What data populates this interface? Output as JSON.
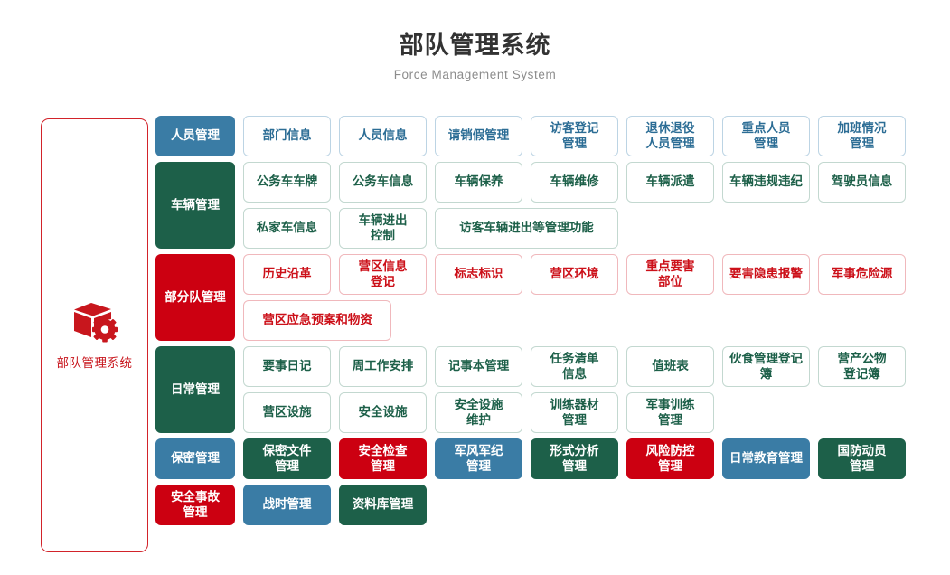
{
  "header": {
    "title": "部队管理系统",
    "subtitle": "Force Management System"
  },
  "sidebar": {
    "icon": "cube-gear-icon",
    "label": "部队管理系统",
    "color": "#c8161d"
  },
  "colors": {
    "blue": "#3a7ca5",
    "green": "#1d6049",
    "red": "#cc0011",
    "outline_blue_border": "#bcd4e4",
    "outline_green_border": "#c3d8d0",
    "outline_red_border": "#f0b8bc",
    "title_text": "#333333",
    "subtitle_text": "#8c8c8c"
  },
  "sections": [
    {
      "head": "人员管理",
      "head_style": "head-blue",
      "subrows": [
        [
          {
            "label": "部门信息",
            "style": "outline-blue",
            "span": 1
          },
          {
            "label": "人员信息",
            "style": "outline-blue",
            "span": 1
          },
          {
            "label": "请销假管理",
            "style": "outline-blue",
            "span": 1
          },
          {
            "label": "访客登记\n管理",
            "style": "outline-blue",
            "span": 1
          },
          {
            "label": "退休退役\n人员管理",
            "style": "outline-blue",
            "span": 1
          },
          {
            "label": "重点人员\n管理",
            "style": "outline-blue",
            "span": 1
          },
          {
            "label": "加班情况\n管理",
            "style": "outline-blue",
            "span": 1
          }
        ]
      ]
    },
    {
      "head": "车辆管理",
      "head_style": "head-green",
      "subrows": [
        [
          {
            "label": "公务车车牌",
            "style": "outline-green",
            "span": 1
          },
          {
            "label": "公务车信息",
            "style": "outline-green",
            "span": 1
          },
          {
            "label": "车辆保养",
            "style": "outline-green",
            "span": 1
          },
          {
            "label": "车辆维修",
            "style": "outline-green",
            "span": 1
          },
          {
            "label": "车辆派遣",
            "style": "outline-green",
            "span": 1
          },
          {
            "label": "车辆违规违纪",
            "style": "outline-green",
            "span": 1
          },
          {
            "label": "驾驶员信息",
            "style": "outline-green",
            "span": 1
          }
        ],
        [
          {
            "label": "私家车信息",
            "style": "outline-green",
            "span": 1
          },
          {
            "label": "车辆进出\n控制",
            "style": "outline-green",
            "span": 1
          },
          {
            "label": "访客车辆进出等管理功能",
            "style": "outline-green",
            "span": 2
          }
        ]
      ]
    },
    {
      "head": "部分队管理",
      "head_style": "head-red",
      "subrows": [
        [
          {
            "label": "历史沿革",
            "style": "outline-red",
            "span": 1
          },
          {
            "label": "营区信息\n登记",
            "style": "outline-red",
            "span": 1
          },
          {
            "label": "标志标识",
            "style": "outline-red",
            "span": 1
          },
          {
            "label": "营区环境",
            "style": "outline-red",
            "span": 1
          },
          {
            "label": "重点要害\n部位",
            "style": "outline-red",
            "span": 1
          },
          {
            "label": "要害隐患报警",
            "style": "outline-red",
            "span": 1
          },
          {
            "label": "军事危险源",
            "style": "outline-red",
            "span": 1
          }
        ],
        [
          {
            "label": "营区应急预案和物资",
            "style": "outline-red",
            "span": 1.6
          }
        ]
      ]
    },
    {
      "head": "日常管理",
      "head_style": "head-green",
      "subrows": [
        [
          {
            "label": "要事日记",
            "style": "outline-green",
            "span": 1
          },
          {
            "label": "周工作安排",
            "style": "outline-green",
            "span": 1
          },
          {
            "label": "记事本管理",
            "style": "outline-green",
            "span": 1
          },
          {
            "label": "任务清单\n信息",
            "style": "outline-green",
            "span": 1
          },
          {
            "label": "值班表",
            "style": "outline-green",
            "span": 1
          },
          {
            "label": "伙食管理登记簿",
            "style": "outline-green",
            "span": 1
          },
          {
            "label": "营产公物\n登记簿",
            "style": "outline-green",
            "span": 1
          }
        ],
        [
          {
            "label": "营区设施",
            "style": "outline-green",
            "span": 1
          },
          {
            "label": "安全设施",
            "style": "outline-green",
            "span": 1
          },
          {
            "label": "安全设施\n维护",
            "style": "outline-green",
            "span": 1
          },
          {
            "label": "训练器材\n管理",
            "style": "outline-green",
            "span": 1
          },
          {
            "label": "军事训练\n管理",
            "style": "outline-green",
            "span": 1
          }
        ]
      ]
    },
    {
      "head": "保密管理",
      "head_style": "head-blue",
      "subrows": [
        [
          {
            "label": "保密文件\n管理",
            "style": "solid-green",
            "span": 1
          },
          {
            "label": "安全检查\n管理",
            "style": "solid-red",
            "span": 1
          },
          {
            "label": "军风军纪\n管理",
            "style": "solid-blue",
            "span": 1
          },
          {
            "label": "形式分析\n管理",
            "style": "solid-green",
            "span": 1
          },
          {
            "label": "风险防控\n管理",
            "style": "solid-red",
            "span": 1
          },
          {
            "label": "日常教育管理",
            "style": "solid-blue",
            "span": 1
          },
          {
            "label": "国防动员\n管理",
            "style": "solid-green",
            "span": 1
          }
        ]
      ]
    },
    {
      "head": "安全事故\n管理",
      "head_style": "head-red",
      "head_is_tile": true,
      "subrows": [
        [
          {
            "label": "战时管理",
            "style": "solid-blue",
            "span": 1
          },
          {
            "label": "资料库管理",
            "style": "solid-green",
            "span": 1
          }
        ]
      ]
    }
  ]
}
